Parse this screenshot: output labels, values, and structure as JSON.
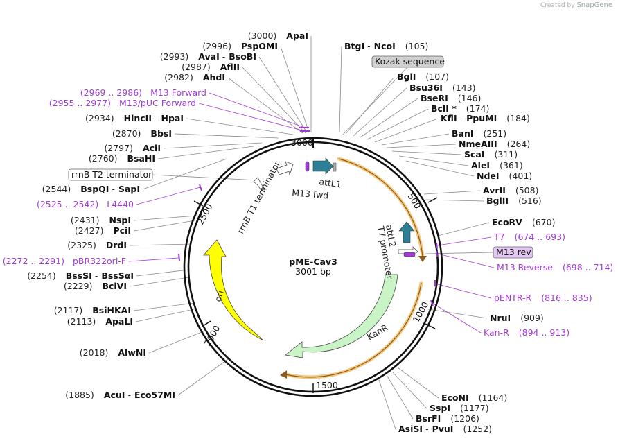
{
  "brand": {
    "created_by": "Created by",
    "name": "SnapGene"
  },
  "plasmid": {
    "name": "pME-Cav3",
    "size": "3001 bp"
  },
  "colors": {
    "kanr": "#c9f5c6",
    "ori": "#ffff00",
    "attL": "#2d7f95",
    "primer": "#a23bd6",
    "highlight": "#f6c77a"
  },
  "ring_ticks": [
    "3000",
    "500",
    "1000",
    "1500",
    "2000",
    "2500"
  ],
  "features": {
    "kanr": "KanR",
    "ori": "ori",
    "attl1": "attL1",
    "attl2": "attL2",
    "m13fwd": "M13 fwd",
    "t7promoter": "T7 promoter",
    "rrnbt1": "rrnB T1 terminator"
  },
  "boxed": {
    "kozak": "Kozak sequence",
    "m13rev": "M13 rev",
    "rrnbt2": "rrnB T2 terminator"
  },
  "sites_right": [
    {
      "name": "BtgI",
      "name2": "NcoI",
      "pos": "(105)"
    },
    {
      "name": "BglI",
      "pos": "(107)"
    },
    {
      "name": "Bsu36I",
      "pos": "(143)"
    },
    {
      "name": "BseRI",
      "pos": "(146)"
    },
    {
      "name": "BclI *",
      "pos": "(174)"
    },
    {
      "name": "KflI",
      "name2": "PpuMI",
      "pos": "(184)"
    },
    {
      "name": "BanI",
      "pos": "(251)"
    },
    {
      "name": "NmeAIII",
      "pos": "(264)"
    },
    {
      "name": "ScaI",
      "pos": "(311)"
    },
    {
      "name": "AleI",
      "pos": "(361)"
    },
    {
      "name": "NdeI",
      "pos": "(401)"
    },
    {
      "name": "AvrII",
      "pos": "(508)"
    },
    {
      "name": "BglII",
      "pos": "(516)"
    },
    {
      "name": "EcoRV",
      "pos": "(670)"
    },
    {
      "name": "NruI",
      "pos": "(909)"
    },
    {
      "name": "EcoNI",
      "pos": "(1164)"
    },
    {
      "name": "SspI",
      "pos": "(1177)"
    },
    {
      "name": "BsrFI",
      "pos": "(1206)"
    },
    {
      "name": "AsiSI",
      "name2": "PvuI",
      "pos": "(1252)"
    }
  ],
  "sites_left": [
    {
      "pos": "(3000)",
      "name": "ApaI"
    },
    {
      "pos": "(2996)",
      "name": "PspOMI"
    },
    {
      "pos": "(2993)",
      "name": "AvaI",
      "name2": "BsoBI"
    },
    {
      "pos": "(2987)",
      "name": "AflII"
    },
    {
      "pos": "(2982)",
      "name": "AhdI"
    },
    {
      "pos": "(2934)",
      "name": "HincII",
      "name2": "HpaI"
    },
    {
      "pos": "(2870)",
      "name": "BbsI"
    },
    {
      "pos": "(2797)",
      "name": "AciI"
    },
    {
      "pos": "(2760)",
      "name": "BsaHI"
    },
    {
      "pos": "(2544)",
      "name": "BspQI",
      "name2": "SapI"
    },
    {
      "pos": "(2431)",
      "name": "NspI"
    },
    {
      "pos": "(2427)",
      "name": "PciI"
    },
    {
      "pos": "(2325)",
      "name": "DrdI"
    },
    {
      "pos": "(2254)",
      "name": "BssSI",
      "name2": "BssSαI"
    },
    {
      "pos": "(2229)",
      "name": "BciVI"
    },
    {
      "pos": "(2117)",
      "name": "BsiHKAI"
    },
    {
      "pos": "(2113)",
      "name": "ApaLI"
    },
    {
      "pos": "(2018)",
      "name": "AlwNI"
    },
    {
      "pos": "(1885)",
      "name": "AcuI",
      "name2": "Eco57MI"
    }
  ],
  "primers_right": [
    {
      "name": "T7",
      "range": "(674 .. 693)"
    },
    {
      "name": "M13 Reverse",
      "range": "(698 .. 714)"
    },
    {
      "name": "pENTR-R",
      "range": "(816 .. 835)"
    },
    {
      "name": "Kan-R",
      "range": "(894 .. 913)"
    }
  ],
  "primers_left": [
    {
      "range": "(2969 .. 2986)",
      "name": "M13 Forward"
    },
    {
      "range": "(2955 .. 2977)",
      "name": "M13/pUC Forward"
    },
    {
      "range": "(2525 .. 2542)",
      "name": "L4440"
    },
    {
      "range": "(2272 .. 2291)",
      "name": "pBR322ori-F"
    }
  ]
}
